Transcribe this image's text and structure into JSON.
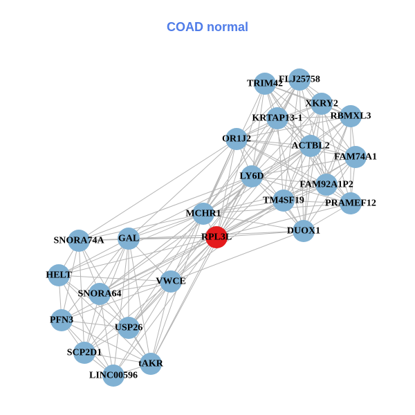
{
  "title": "COAD normal",
  "colors": {
    "title": "#4f7ce8",
    "node_default": "#80b1d3",
    "node_highlight": "#e41a1c",
    "edge": "#b4b4b4",
    "label": "#000000"
  },
  "network": {
    "highlight_node": "RPL3L",
    "nodes": [
      {
        "id": "TRIM42",
        "label": "TRIM42",
        "group": "upper"
      },
      {
        "id": "FLJ25758",
        "label": "FLJ25758",
        "group": "upper"
      },
      {
        "id": "XKRY2",
        "label": "XKRY2",
        "group": "upper"
      },
      {
        "id": "RBMXL3",
        "label": "RBMXL3",
        "group": "upper"
      },
      {
        "id": "KRTAP13-1",
        "label": "KRTAP13-1",
        "group": "upper"
      },
      {
        "id": "OR1J2",
        "label": "OR1J2",
        "group": "upper"
      },
      {
        "id": "ACTBL2",
        "label": "ACTBL2",
        "group": "upper"
      },
      {
        "id": "FAM74A1",
        "label": "FAM74A1",
        "group": "upper"
      },
      {
        "id": "LY6D",
        "label": "LY6D",
        "group": "upper"
      },
      {
        "id": "FAM92A1P2",
        "label": "FAM92A1P2",
        "group": "upper"
      },
      {
        "id": "TM4SF19",
        "label": "TM4SF19",
        "group": "upper"
      },
      {
        "id": "PRAMEF12",
        "label": "PRAMEF12",
        "group": "upper"
      },
      {
        "id": "MCHR1",
        "label": "MCHR1",
        "group": "bridge"
      },
      {
        "id": "RPL3L",
        "label": "RPL3L",
        "group": "bridge"
      },
      {
        "id": "DUOX1",
        "label": "DUOX1",
        "group": "upper"
      },
      {
        "id": "SNORA74A",
        "label": "SNORA74A",
        "group": "lower"
      },
      {
        "id": "GAL",
        "label": "GAL",
        "group": "lower"
      },
      {
        "id": "HELT",
        "label": "HELT",
        "group": "lower"
      },
      {
        "id": "VWCE",
        "label": "VWCE",
        "group": "lower"
      },
      {
        "id": "SNORA64",
        "label": "SNORA64",
        "group": "lower"
      },
      {
        "id": "PFN3",
        "label": "PFN3",
        "group": "lower"
      },
      {
        "id": "USP26",
        "label": "USP26",
        "group": "lower"
      },
      {
        "id": "SCP2D1",
        "label": "SCP2D1",
        "group": "lower"
      },
      {
        "id": "tAKR",
        "label": "tAKR",
        "group": "lower"
      },
      {
        "id": "LINC00596",
        "label": "LINC00596",
        "group": "lower"
      }
    ],
    "cross_edges": [
      [
        "GAL",
        "RPL3L"
      ],
      [
        "GAL",
        "MCHR1"
      ],
      [
        "GAL",
        "OR1J2"
      ],
      [
        "SNORA74A",
        "MCHR1"
      ],
      [
        "SNORA74A",
        "RPL3L"
      ],
      [
        "SNORA74A",
        "OR1J2"
      ],
      [
        "HELT",
        "MCHR1"
      ],
      [
        "HELT",
        "RPL3L"
      ],
      [
        "SNORA64",
        "MCHR1"
      ],
      [
        "SNORA64",
        "RPL3L"
      ],
      [
        "SNORA64",
        "LY6D"
      ],
      [
        "SNORA64",
        "TM4SF19"
      ],
      [
        "VWCE",
        "DUOX1"
      ],
      [
        "VWCE",
        "LY6D"
      ],
      [
        "VWCE",
        "TM4SF19"
      ],
      [
        "VWCE",
        "OR1J2"
      ],
      [
        "USP26",
        "RPL3L"
      ],
      [
        "USP26",
        "MCHR1"
      ],
      [
        "USP26",
        "LY6D"
      ],
      [
        "tAKR",
        "RPL3L"
      ],
      [
        "tAKR",
        "MCHR1"
      ],
      [
        "tAKR",
        "LY6D"
      ],
      [
        "LINC00596",
        "RPL3L"
      ],
      [
        "SCP2D1",
        "MCHR1"
      ],
      [
        "PFN3",
        "RPL3L"
      ],
      [
        "GAL",
        "DUOX1"
      ],
      [
        "GAL",
        "LY6D"
      ],
      [
        "SNORA74A",
        "LY6D"
      ],
      [
        "VWCE",
        "ACTBL2"
      ],
      [
        "SNORA64",
        "ACTBL2"
      ]
    ]
  }
}
